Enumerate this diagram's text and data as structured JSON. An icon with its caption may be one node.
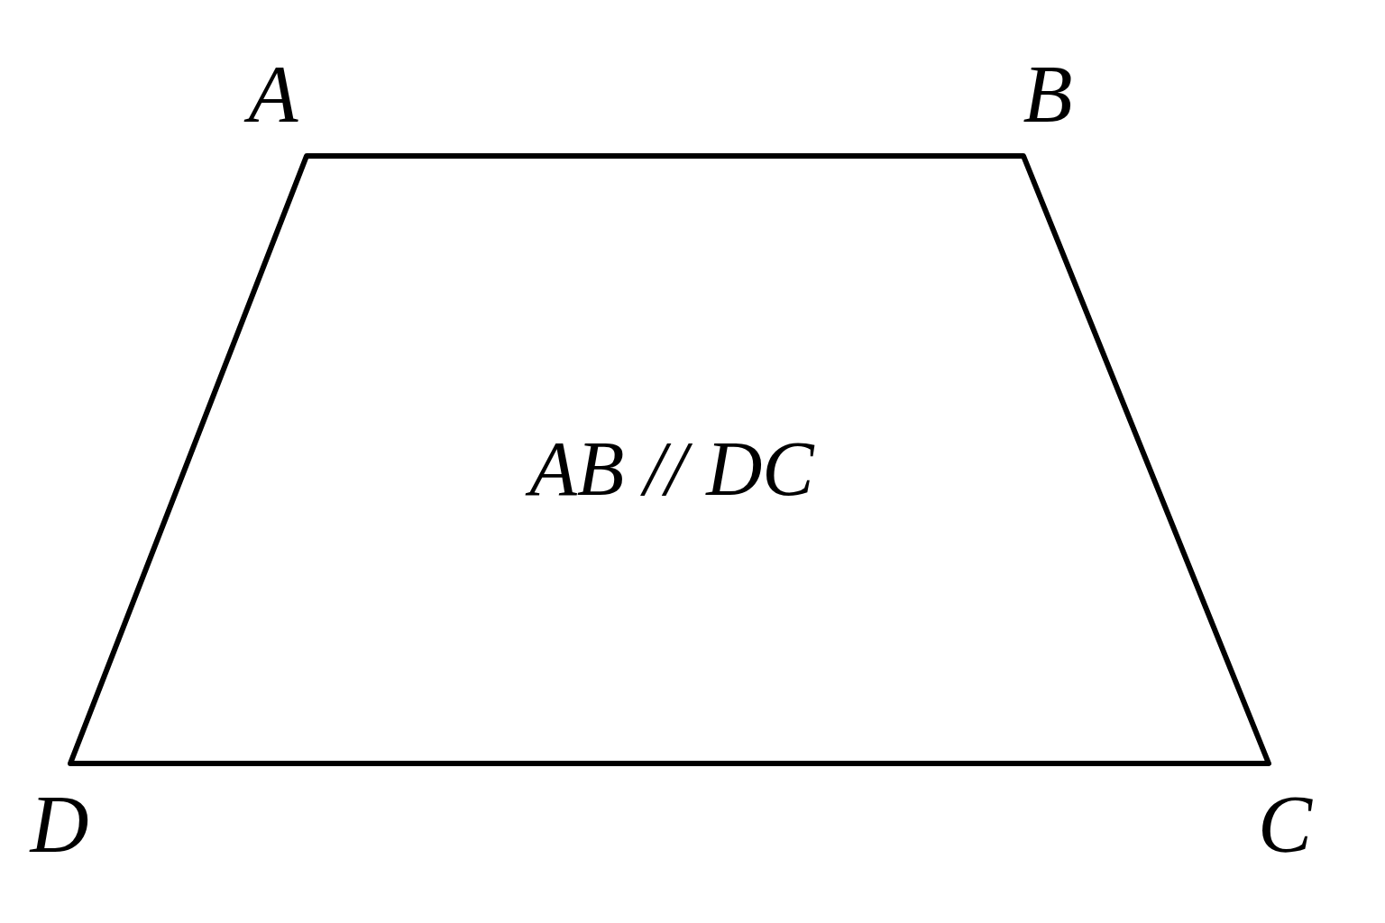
{
  "diagram": {
    "nodes": [
      {
        "text": [
          "AB // DC"
        ]
      }
    ],
    "labels": [
      "A",
      "B",
      "D",
      "C"
    ]
  }
}
